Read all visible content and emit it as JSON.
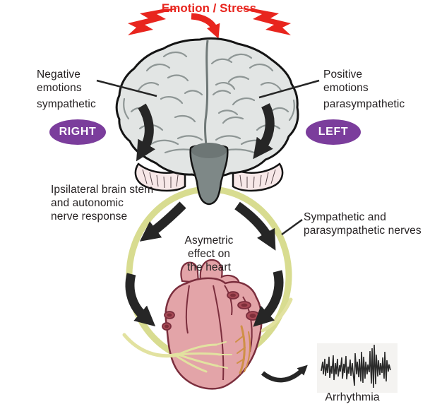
{
  "header": {
    "title": "Emotion / Stress"
  },
  "brain": {
    "left_label": {
      "line1": "Negative",
      "line2": "emotions",
      "line3": "sympathetic"
    },
    "right_label": {
      "line1": "Positive",
      "line2": "emotions",
      "line3": "parasympathetic"
    },
    "right_badge": "RIGHT",
    "left_badge": "LEFT"
  },
  "middle": {
    "ipsilateral": {
      "line1": "Ipsilateral brain stem",
      "line2": "and autonomic",
      "line3": "nerve response"
    },
    "nerves": {
      "line1": "Sympathetic and",
      "line2": "parasympathetic nerves"
    },
    "asymetric": {
      "line1": "Asymetric",
      "line2": "effect on",
      "line3": "the heart"
    }
  },
  "bottom": {
    "arrhythmia": "Arrhythmia"
  },
  "colors": {
    "ink": "#262223",
    "accent_red": "#e8251e",
    "badge_purple": "#7b3d9c",
    "arrow_black": "#262626",
    "brain_fill": "#e2e5e4",
    "brain_outline": "#141414",
    "gyri": "#8e9695",
    "fissure": "#6f7877",
    "cerebellum_fill": "#f7e8e8",
    "hatch": "#57474a",
    "stem_fill": "#7e8887",
    "stem_dark": "#6d7675",
    "ring_olive": "#d8dc90",
    "heart_pink": "#e3a4a8",
    "heart_line": "#7b2e3d",
    "stub_outer": "#a84a56",
    "stub_inner": "#7e2f3a",
    "nerve_yellow": "#e2e2a0",
    "branch_orange": "#cf9046",
    "ecg_ink": "#2b2b2b",
    "ecg_bg": "#f4f3f1"
  }
}
